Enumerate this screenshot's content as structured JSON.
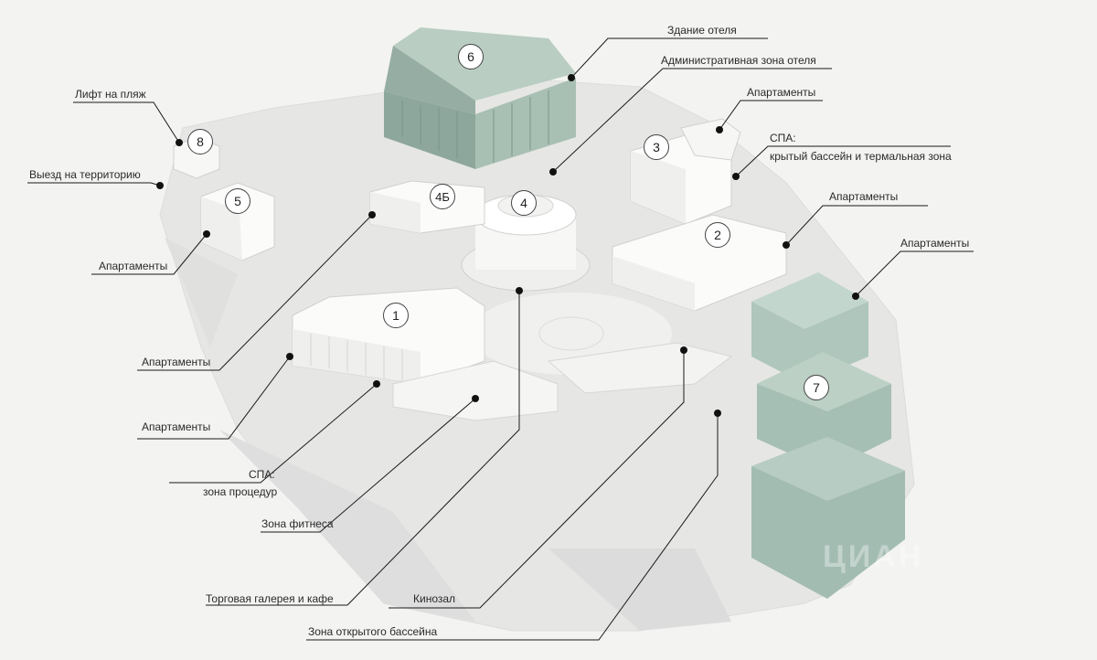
{
  "numbers": [
    "1",
    "2",
    "3",
    "4",
    "4Б",
    "5",
    "6",
    "7",
    "8"
  ],
  "labels": {
    "hotel_building": "Здание отеля",
    "hotel_admin": "Административная зона отеля",
    "apartments": "Апартаменты",
    "spa_title": "СПА:",
    "spa_pool": "крытый бассейн и термальная зона",
    "beach_lift": "Лифт на пляж",
    "exit": "Выезд на территорию",
    "spa_procedures": "зона процедур",
    "fitness": "Зона фитнеса",
    "gallery": "Торговая галерея и кафе",
    "cinema": "Кинозал",
    "outdoor_pool": "Зона открытого бассейна"
  },
  "colors": {
    "background": "#f3f3f1",
    "terrain": "#e6e6e4",
    "building": "#fbfbfa",
    "hotel": "#9cb5aa",
    "cubes": "#aec6bc",
    "leader": "#1a1a1a"
  },
  "watermark": "ЦИАН"
}
